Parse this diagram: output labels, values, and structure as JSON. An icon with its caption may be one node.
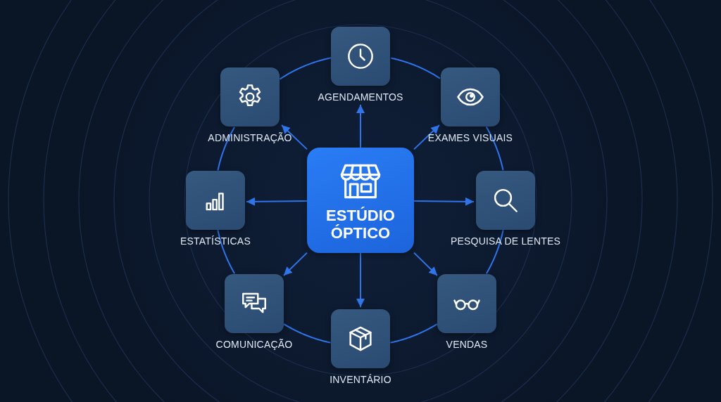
{
  "diagram": {
    "nodes": [
      {
        "text": [
          "ESTÚDIO ÓPTICO"
        ]
      },
      {
        "text": [
          "AGENDAMENTOS"
        ]
      },
      {
        "text": [
          "ADMINISTRAÇÃO"
        ]
      },
      {
        "text": [
          "EXAMES VISUAIS"
        ]
      },
      {
        "text": [
          "ESTATÍSTICAS"
        ]
      },
      {
        "text": [
          "PESQUISA DE LENTES"
        ]
      },
      {
        "text": [
          "COMUNICAÇÃO"
        ]
      },
      {
        "text": [
          "VENDAS"
        ]
      },
      {
        "text": [
          "INVENTÁRIO"
        ]
      }
    ],
    "edges": [
      {
        "from": 0,
        "to": 1,
        "arrow": "to"
      },
      {
        "from": 0,
        "to": 2,
        "arrow": "to"
      },
      {
        "from": 0,
        "to": 3,
        "arrow": "to"
      },
      {
        "from": 0,
        "to": 4,
        "arrow": "to"
      },
      {
        "from": 0,
        "to": 5,
        "arrow": "to"
      },
      {
        "from": 0,
        "to": 6,
        "arrow": "to"
      },
      {
        "from": 0,
        "to": 7,
        "arrow": "to"
      },
      {
        "from": 0,
        "to": 8,
        "arrow": "to"
      },
      {
        "from": 1,
        "to": 3,
        "arrow": "none"
      },
      {
        "from": 3,
        "to": 5,
        "arrow": "none"
      },
      {
        "from": 5,
        "to": 7,
        "arrow": "none"
      },
      {
        "from": 7,
        "to": 8,
        "arrow": "none"
      },
      {
        "from": 8,
        "to": 6,
        "arrow": "none"
      },
      {
        "from": 6,
        "to": 4,
        "arrow": "none"
      },
      {
        "from": 4,
        "to": 2,
        "arrow": "none"
      },
      {
        "from": 2,
        "to": 1,
        "arrow": "none"
      }
    ]
  }
}
